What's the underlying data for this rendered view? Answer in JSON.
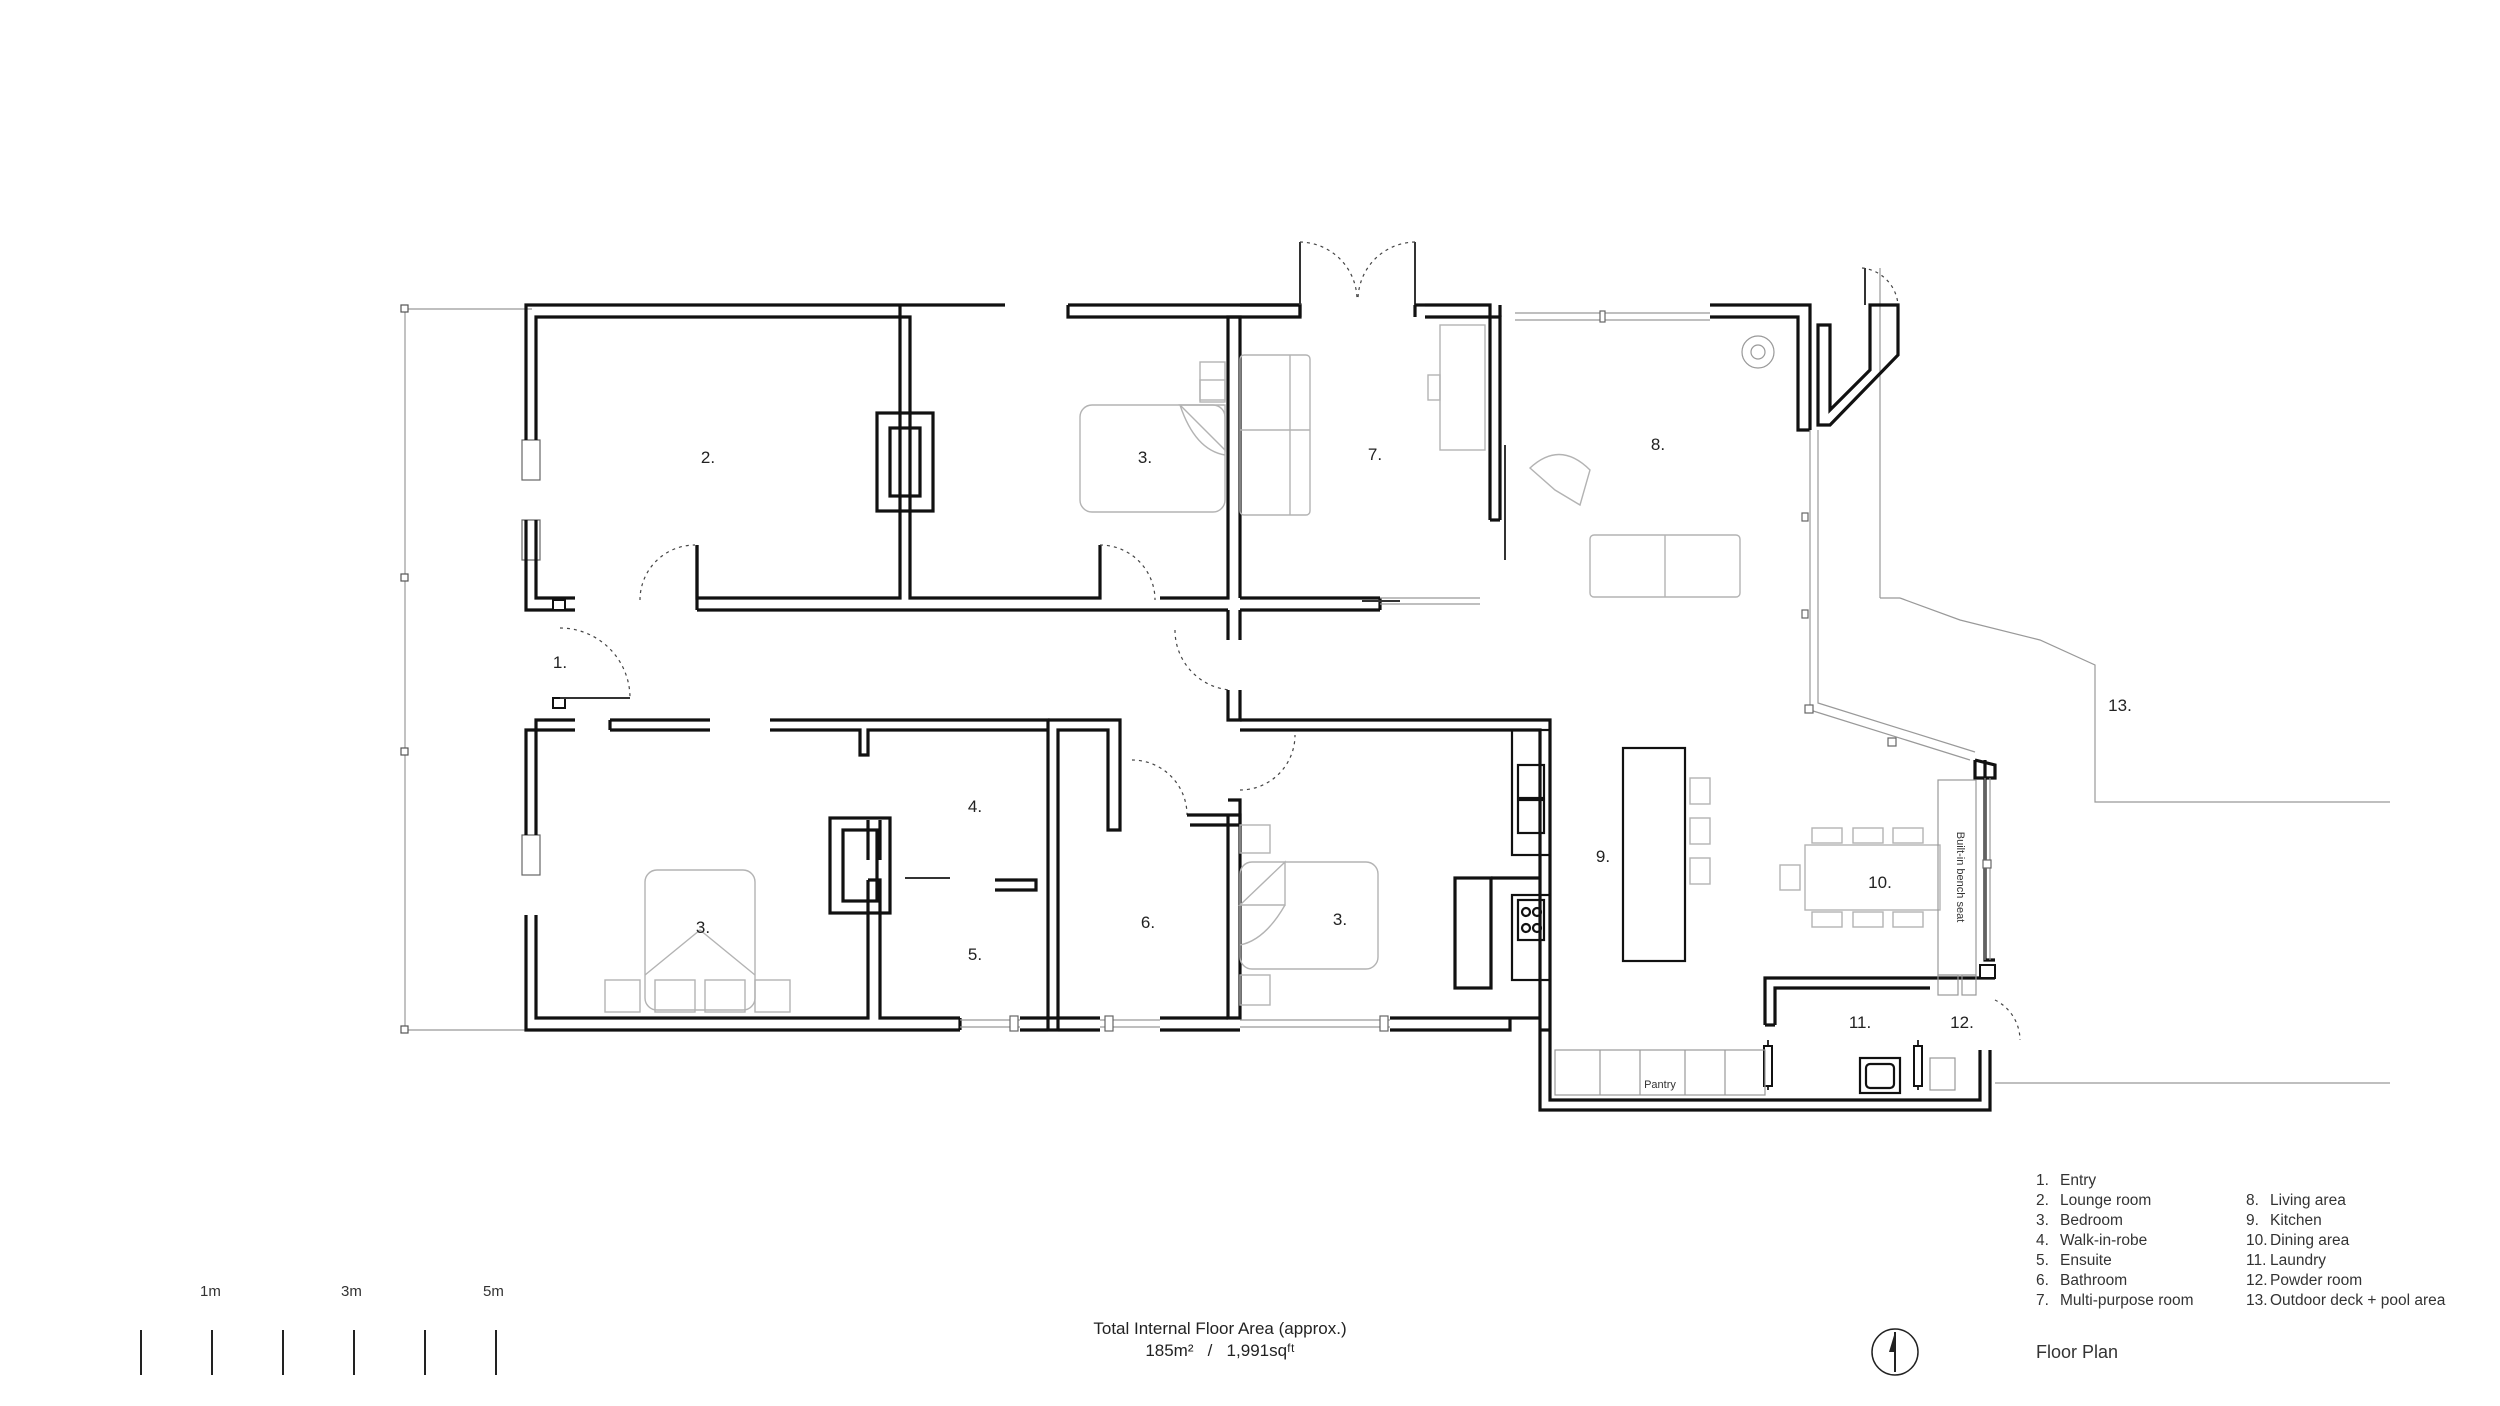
{
  "rooms": [
    {
      "id": "entry",
      "label": "1."
    },
    {
      "id": "lounge",
      "label": "2."
    },
    {
      "id": "bedroom-upper",
      "label": "3."
    },
    {
      "id": "multipurpose",
      "label": "7."
    },
    {
      "id": "living",
      "label": "8."
    },
    {
      "id": "outdoor",
      "label": "13."
    },
    {
      "id": "walkin",
      "label": "4."
    },
    {
      "id": "bedroom-lower-left",
      "label": "3."
    },
    {
      "id": "ensuite",
      "label": "5."
    },
    {
      "id": "bathroom",
      "label": "6."
    },
    {
      "id": "bedroom-lower-mid",
      "label": "3."
    },
    {
      "id": "kitchen",
      "label": "9."
    },
    {
      "id": "dining",
      "label": "10."
    },
    {
      "id": "laundry",
      "label": "11."
    },
    {
      "id": "powder",
      "label": "12."
    }
  ],
  "annotations": {
    "pantry": "Pantry",
    "bench_seat": "Built-in bench seat"
  },
  "legend": {
    "left": [
      {
        "num": "1.",
        "name": "Entry"
      },
      {
        "num": "2.",
        "name": "Lounge room"
      },
      {
        "num": "3.",
        "name": "Bedroom"
      },
      {
        "num": "4.",
        "name": "Walk-in-robe"
      },
      {
        "num": "5.",
        "name": "Ensuite"
      },
      {
        "num": "6.",
        "name": "Bathroom"
      },
      {
        "num": "7.",
        "name": "Multi-purpose room"
      }
    ],
    "right": [
      {
        "num": "8.",
        "name": "Living area"
      },
      {
        "num": "9.",
        "name": "Kitchen"
      },
      {
        "num": "10.",
        "name": "Dining area"
      },
      {
        "num": "11.",
        "name": "Laundry"
      },
      {
        "num": "12.",
        "name": "Powder room"
      },
      {
        "num": "13.",
        "name": "Outdoor deck + pool area"
      }
    ]
  },
  "scale_bar": {
    "labels": [
      "1m",
      "3m",
      "5m"
    ]
  },
  "floor_area": {
    "title": "Total Internal Floor Area (approx.)",
    "value": "185m²   /   1,991sqᶠᵗ"
  },
  "plan_title": "Floor Plan",
  "colors": {
    "wall": "#111111",
    "furniture": "#b3b3b3",
    "text": "#222222"
  }
}
